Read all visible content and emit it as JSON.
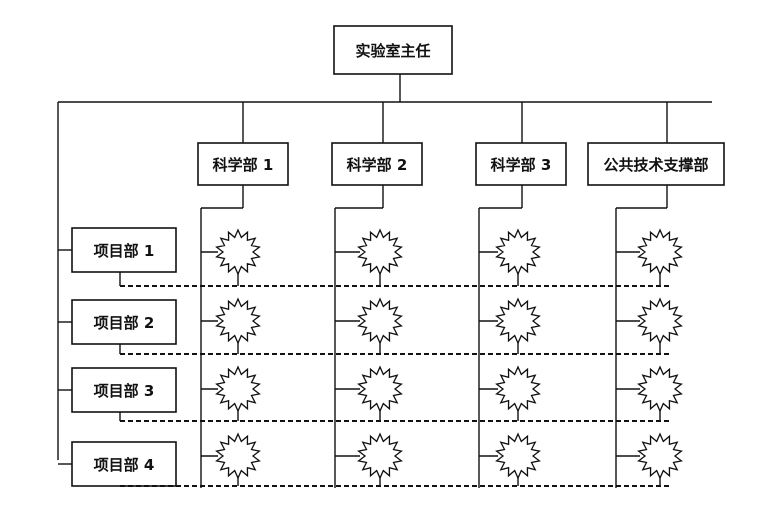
{
  "director": {
    "label": "实验室主任"
  },
  "departments": [
    {
      "label": "科学部 1"
    },
    {
      "label": "科学部 2"
    },
    {
      "label": "科学部 3"
    },
    {
      "label": "公共技术支撑部"
    }
  ],
  "projects": [
    {
      "label": "项目部 1"
    },
    {
      "label": "项目部 2"
    },
    {
      "label": "项目部 3"
    },
    {
      "label": "项目部 4"
    }
  ],
  "node_icon": "starburst-icon"
}
